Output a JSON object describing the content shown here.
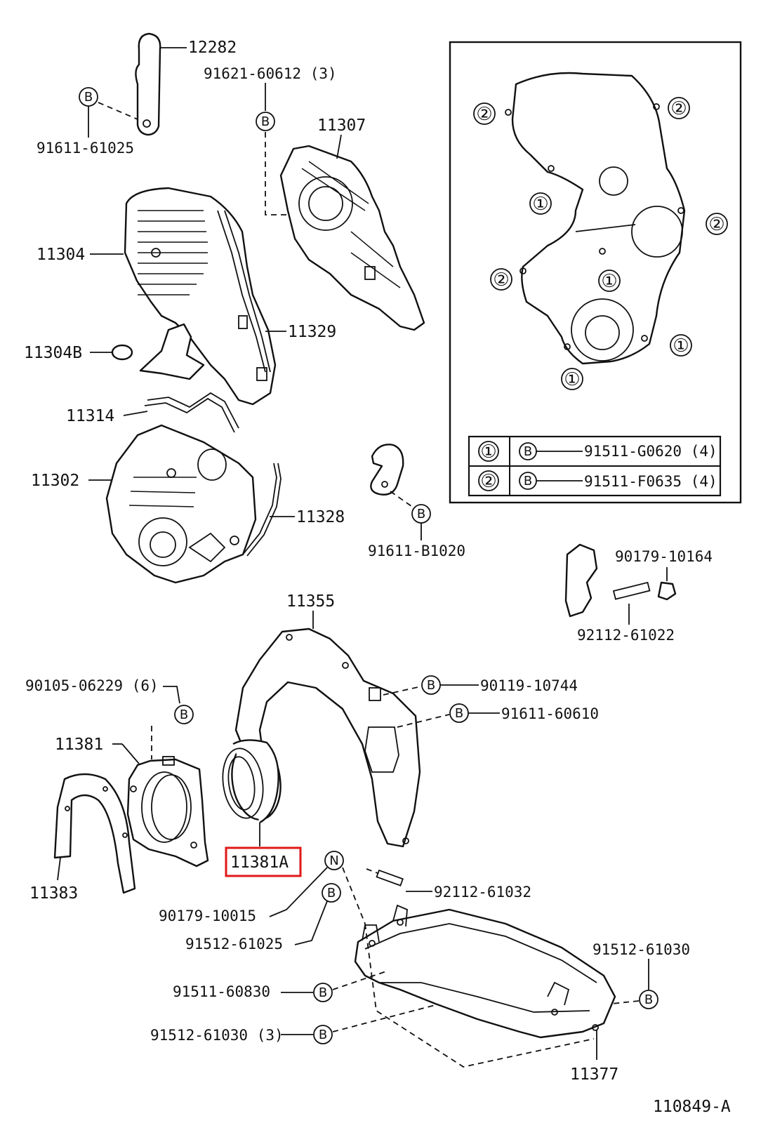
{
  "labels": {
    "p12282": "12282",
    "p91621": "91621-60612 (3)",
    "p91611_61025": "91611-61025",
    "p11307": "11307",
    "p11304": "11304",
    "p11329": "11329",
    "p11304B": "11304B",
    "p11314": "11314",
    "p11302": "11302",
    "p11328": "11328",
    "p91611_B1020": "91611-B1020",
    "p90179_10164": "90179-10164",
    "p92112_61022": "92112-61022",
    "p11355": "11355",
    "p90105": "90105-06229 (6)",
    "p90119": "90119-10744",
    "p91611_60610": "91611-60610",
    "p11381": "11381",
    "p11381A": "11381A",
    "p11383": "11383",
    "p90179_10015": "90179-10015",
    "p92112_61032": "92112-61032",
    "p91512_61025": "91512-61025",
    "p91512_61030_r": "91512-61030",
    "p91511_60830": "91511-60830",
    "p91512_61030_3": "91512-61030 (3)",
    "p11377": "11377",
    "diagram_id": "110849-A"
  },
  "inset": {
    "markers": [
      "②",
      "①",
      "①"
    ],
    "legend": [
      {
        "num": "①",
        "bolt": "B",
        "part": "91511-G0620 (4)"
      },
      {
        "num": "②",
        "bolt": "B",
        "part": "91511-F0635 (4)"
      }
    ]
  },
  "bolt_letter": "B",
  "nut_letter": "N",
  "highlight": {
    "part": "11381A",
    "color": "#e01818"
  }
}
